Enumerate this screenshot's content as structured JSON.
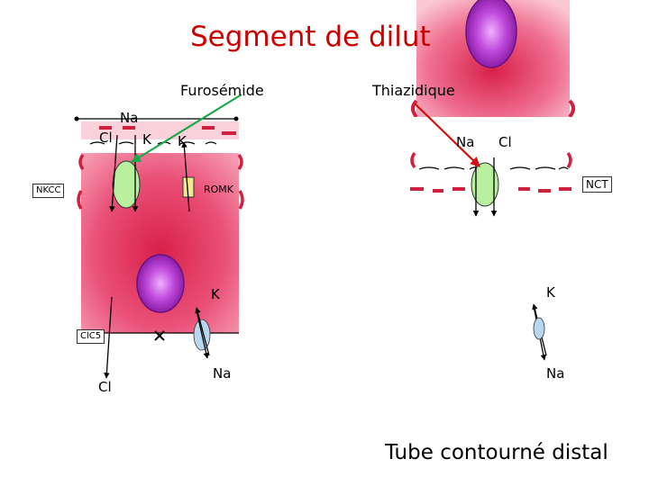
{
  "title": "Segment de dilut",
  "drugs": {
    "left": "Furosémide",
    "right": "Thiazidique"
  },
  "left_cell": {
    "ions_apical": [
      "Na",
      "Cl",
      "K",
      "K"
    ],
    "transporters": [
      "NKCC",
      "ROMK"
    ],
    "basolateral_channel": "ClC5",
    "basolateral_ions": [
      "K",
      "Cl",
      "Na"
    ]
  },
  "right_cell": {
    "ions_apical": [
      "Na",
      "Cl"
    ],
    "transporter": "NCT",
    "basolateral_ions": [
      "K",
      "Na"
    ]
  },
  "caption": "Tube contourné distal",
  "colors": {
    "title": "#cc0000",
    "cell": "#e8406a",
    "nucleus": "#b03cc8",
    "transporter": "#b8f0a0",
    "arrow_drug": "#1aa84a",
    "arrow_thiazide": "#d01010",
    "pump": "#b8d8f0",
    "junction": "#d02040"
  }
}
